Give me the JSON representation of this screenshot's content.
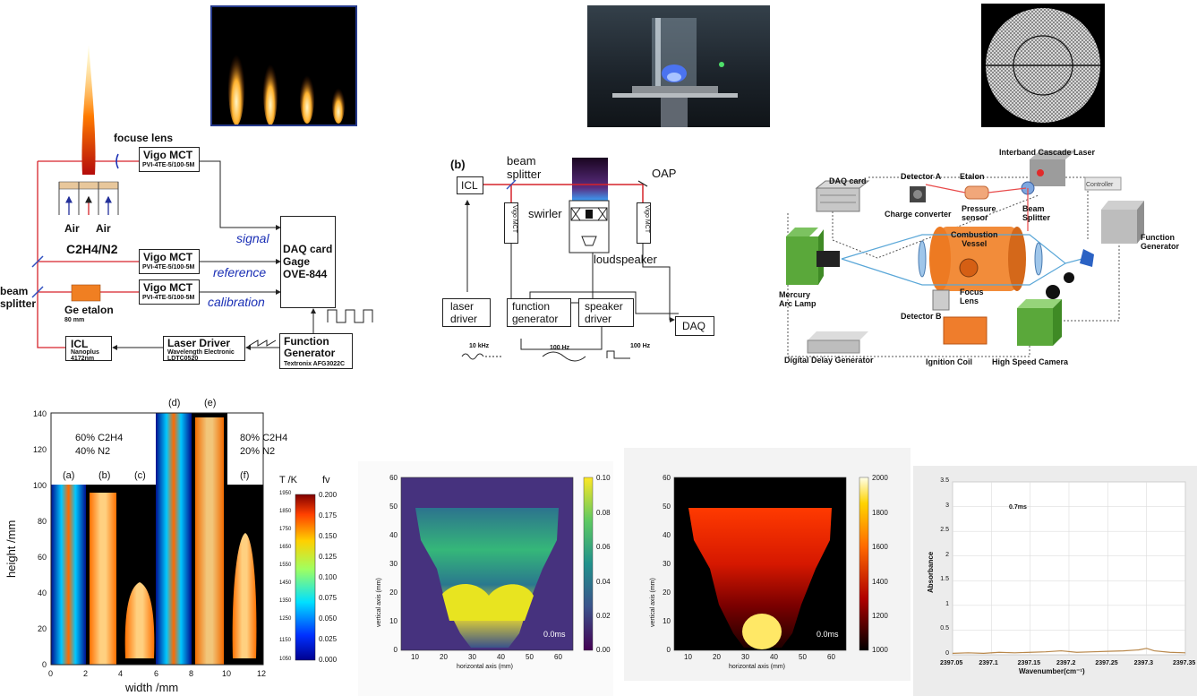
{
  "panel_a_setup": {
    "focus_lens": "focuse lens",
    "detector_top": {
      "name": "Vigo MCT",
      "model": "PVI-4TE-5/100-5M"
    },
    "detector_mid": {
      "name": "Vigo MCT",
      "model": "PVI-4TE-5/100-5M"
    },
    "detector_bot": {
      "name": "Vigo MCT",
      "model": "PVI-4TE-5/100-5M"
    },
    "burner_air_left": "Air",
    "burner_air_right": "Air",
    "burner_fuel": "C2H4/N2",
    "beam_splitter": "beam\nsplitter",
    "etalon": {
      "name": "Ge etalon",
      "size": "80 mm"
    },
    "signal": "signal",
    "reference": "reference",
    "calibration": "calibration",
    "daq": {
      "line1": "DAQ card",
      "line2": "Gage",
      "line3": "OVE-844"
    },
    "icl": {
      "name": "ICL",
      "maker": "Nanoplus",
      "wavelength": "4172nm"
    },
    "laser_driver": {
      "name": "Laser Driver",
      "maker": "Wavelength Electronic",
      "model": "LDTC0520"
    },
    "function_generator": {
      "line1": "Function",
      "line2": "Generator",
      "model": "Textronix AFG3022C"
    }
  },
  "panel_b_setup": {
    "tag": "(b)",
    "icl": "ICL",
    "beam_splitter": "beam\nsplitter",
    "oap": "OAP",
    "swirler": "swirler",
    "loudspeaker": "loudspeaker",
    "vigo_left": "Vigo MCT",
    "vigo_right": "Vigo MCT",
    "laser_driver": "laser\ndriver",
    "function_generator": "function\ngenerator",
    "speaker_driver": "speaker\ndriver",
    "daq": "DAQ",
    "freq_1": "10 kHz",
    "freq_2": "100 Hz",
    "freq_3": "100 Hz"
  },
  "panel_c_setup": {
    "interband": "Interband Cascade Laser",
    "daq_card": "DAQ card",
    "detector_a": "Detector A",
    "etalon": "Etalon",
    "charge_converter": "Charge converter",
    "pressure_sensor": "Pressure\nsensor",
    "beam_splitter": "Beam\nSplitter",
    "controller": "Controller",
    "combustion_vessel": "Combustion\nVessel",
    "function_generator": "Function\nGenerator",
    "mercury": "Mercury\nArc Lamp",
    "focus_lens": "Focus\nLens",
    "detector_b": "Detector B",
    "delay_gen": "Digital Delay Generator",
    "ignition": "Ignition Coil",
    "hs_camera": "High Speed Camera"
  },
  "flame_map": {
    "y_label": "height /mm",
    "x_label": "width /mm",
    "y_ticks": [
      "0",
      "20",
      "40",
      "60",
      "80",
      "100",
      "120",
      "140"
    ],
    "x_ticks": [
      "0",
      "2",
      "4",
      "6",
      "8",
      "10",
      "12"
    ],
    "label_a": "(a)",
    "label_b": "(b)",
    "label_c": "(c)",
    "label_d": "(d)",
    "label_e": "(e)",
    "label_f": "(f)",
    "mix_left_1": "60% C2H4",
    "mix_left_2": "40% N2",
    "mix_right_1": "80% C2H4",
    "mix_right_2": "20% N2",
    "t_title": "T /K",
    "fv_title": "fv",
    "t_ticks": [
      "1950",
      "1850",
      "1750",
      "1650",
      "1550",
      "1450",
      "1350",
      "1250",
      "1150",
      "1050"
    ],
    "fv_ticks": [
      "0.200",
      "0.175",
      "0.150",
      "0.125",
      "0.100",
      "0.075",
      "0.050",
      "0.025",
      "0.000"
    ]
  },
  "heatmap_1": {
    "y_label": "vertical axis (mm)",
    "x_label": "horizontal axis (mm)",
    "y_ticks": [
      "0",
      "10",
      "20",
      "30",
      "40",
      "50",
      "60"
    ],
    "x_ticks": [
      "10",
      "20",
      "30",
      "40",
      "50",
      "60"
    ],
    "cbar_ticks": [
      "0.00",
      "0.02",
      "0.04",
      "0.06",
      "0.08",
      "0.10"
    ],
    "time": "0.0ms"
  },
  "heatmap_2": {
    "y_label": "vertical axis (mm)",
    "x_label": "horizontal axis (mm)",
    "y_ticks": [
      "0",
      "10",
      "20",
      "30",
      "40",
      "50",
      "60"
    ],
    "x_ticks": [
      "10",
      "20",
      "30",
      "40",
      "50",
      "60"
    ],
    "cbar_ticks": [
      "1000",
      "1200",
      "1400",
      "1600",
      "1800",
      "2000"
    ],
    "time": "0.0ms"
  },
  "chart_data": {
    "type": "line",
    "ylabel": "Absorbance",
    "xlabel": "Wavenumber(cm⁻¹)",
    "annotation": "0.7ms",
    "ylim": [
      0,
      3.5
    ],
    "xlim": [
      2397.05,
      2397.35
    ],
    "y_ticks": [
      "0",
      "0.5",
      "1",
      "1.5",
      "2",
      "2.5",
      "3",
      "3.5"
    ],
    "x_ticks": [
      "2397.05",
      "2397.1",
      "2397.15",
      "2397.2",
      "2397.25",
      "2397.3",
      "2397.35"
    ],
    "series": [
      {
        "x": [
          2397.05,
          2397.07,
          2397.09,
          2397.11,
          2397.13,
          2397.15,
          2397.17,
          2397.19,
          2397.21,
          2397.23,
          2397.25,
          2397.27,
          2397.29,
          2397.3,
          2397.31,
          2397.33,
          2397.35
        ],
        "values": [
          0.03,
          0.04,
          0.03,
          0.05,
          0.04,
          0.05,
          0.06,
          0.08,
          0.05,
          0.06,
          0.07,
          0.08,
          0.1,
          0.13,
          0.08,
          0.05,
          0.04
        ]
      }
    ],
    "grid": true
  },
  "colors": {
    "beam_red": "#d6232a",
    "orange": "#f07f22",
    "green": "#5aa83a",
    "blue_text": "#1a2fb5"
  }
}
